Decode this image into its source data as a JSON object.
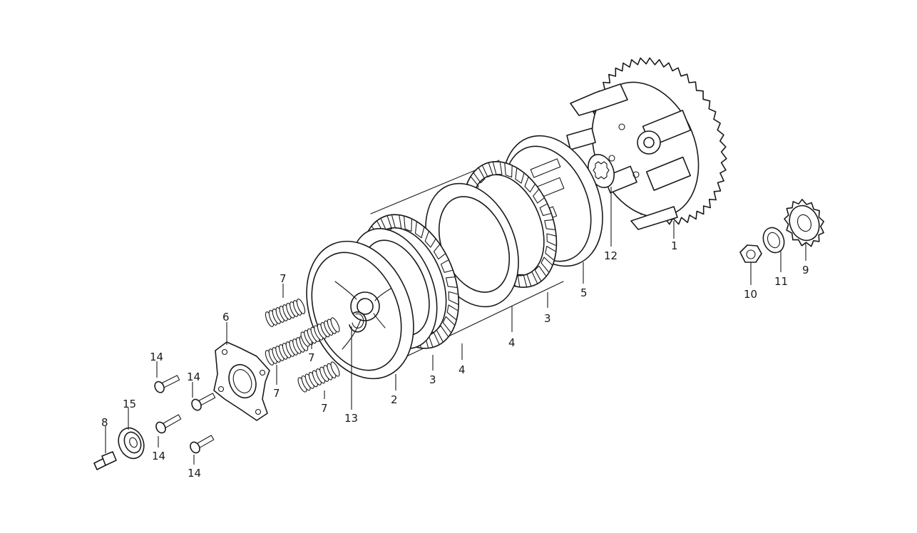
{
  "diagram": {
    "callouts": [
      {
        "id": "c1",
        "text": "1"
      },
      {
        "id": "c2",
        "text": "2"
      },
      {
        "id": "c3a",
        "text": "3"
      },
      {
        "id": "c3b",
        "text": "3"
      },
      {
        "id": "c4a",
        "text": "4"
      },
      {
        "id": "c4b",
        "text": "4"
      },
      {
        "id": "c5",
        "text": "5"
      },
      {
        "id": "c6",
        "text": "6"
      },
      {
        "id": "c7a",
        "text": "7"
      },
      {
        "id": "c7b",
        "text": "7"
      },
      {
        "id": "c7c",
        "text": "7"
      },
      {
        "id": "c7d",
        "text": "7"
      },
      {
        "id": "c8",
        "text": "8"
      },
      {
        "id": "c9",
        "text": "9"
      },
      {
        "id": "c10",
        "text": "10"
      },
      {
        "id": "c11",
        "text": "11"
      },
      {
        "id": "c12",
        "text": "12"
      },
      {
        "id": "c13",
        "text": "13"
      },
      {
        "id": "c14a",
        "text": "14"
      },
      {
        "id": "c14b",
        "text": "14"
      },
      {
        "id": "c14c",
        "text": "14"
      },
      {
        "id": "c14d",
        "text": "14"
      },
      {
        "id": "c15",
        "text": "15"
      }
    ]
  }
}
